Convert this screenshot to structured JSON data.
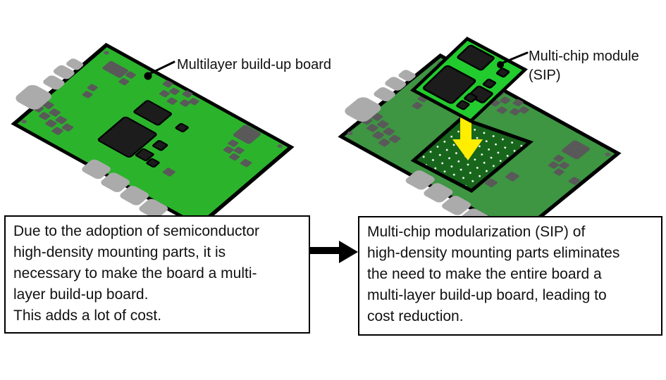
{
  "figure": {
    "labels": {
      "left_board": "Multilayer build-up board",
      "right_module": "Multi-chip module\n(SIP)"
    },
    "boxes": {
      "left": "Due to the adoption of semiconductor\nhigh-density mounting parts, it is\nnecessary to make the board a multi-\nlayer build-up board.\nThis adds a lot of cost.",
      "right": "Multi-chip modularization (SIP) of\nhigh-density mounting parts eliminates\nthe need to make the entire board a\nmulti-layer build-up board, leading to\ncost reduction."
    }
  },
  "icons": {
    "flow_arrow": "right-arrow-icon",
    "placement_arrow": "down-arrow-icon"
  },
  "colors": {
    "background": "#ffffff",
    "board_left_green": "#2cb32c",
    "board_right_green": "#3e9542",
    "sip_green": "#22cb2e",
    "pad_dark_green": "#17661c",
    "pad_dot_white": "#ffffff",
    "connector_gray": "#ababab",
    "component_gray": "#595959",
    "chip_black": "#1c1c1c",
    "via_gray": "#5f5f5f",
    "arrow_yellow": "#ffee00",
    "flow_arrow_black": "#000000",
    "outline_black": "#000000",
    "text_black": "#111111"
  }
}
